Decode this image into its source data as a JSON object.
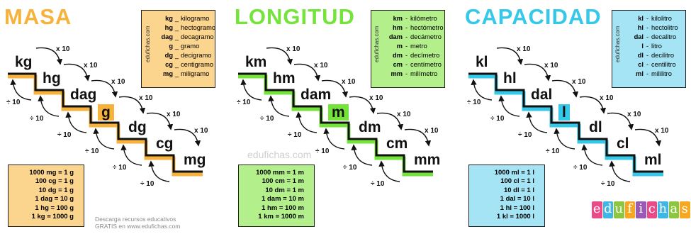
{
  "panels": [
    {
      "title": "MASA",
      "color": "#f6b23b",
      "box_color": "#fbd48e",
      "legend": [
        {
          "abbr": "kg",
          "name": "kilogramo"
        },
        {
          "abbr": "hg",
          "name": "hectogramo"
        },
        {
          "abbr": "dag",
          "name": "decagramo"
        },
        {
          "abbr": "g",
          "name": "gramo"
        },
        {
          "abbr": "dg",
          "name": "decigramo"
        },
        {
          "abbr": "cg",
          "name": "centigramo"
        },
        {
          "abbr": "mg",
          "name": "miligramo"
        }
      ],
      "legend_sep": "_",
      "units": [
        "kg",
        "hg",
        "dag",
        "g",
        "dg",
        "cg",
        "mg"
      ],
      "equivalences": [
        "1000 mg = 1 g",
        "100 cg = 1 g",
        "10 dg = 1 g",
        "1 dag = 10 g",
        "1 hg = 100 g",
        "1 kg = 1000 g"
      ]
    },
    {
      "title": "LONGITUD",
      "color": "#74e33a",
      "box_color": "#b3f08c",
      "legend": [
        {
          "abbr": "km",
          "name": "kilómetro"
        },
        {
          "abbr": "hm",
          "name": "hectómetro"
        },
        {
          "abbr": "dam",
          "name": "decámetro"
        },
        {
          "abbr": "m",
          "name": "metro"
        },
        {
          "abbr": "dm",
          "name": "decímetro"
        },
        {
          "abbr": "cm",
          "name": "centímetro"
        },
        {
          "abbr": "mm",
          "name": "milímetro"
        }
      ],
      "legend_sep": "-",
      "units": [
        "km",
        "hm",
        "dam",
        "m",
        "dm",
        "cm",
        "mm"
      ],
      "equivalences": [
        "1000 mm = 1 m",
        "100 cm = 1 m",
        "10 dm = 1 m",
        "1 dam = 10 m",
        "1 hm = 100 m",
        "1 km = 1000 m"
      ]
    },
    {
      "title": "CAPACIDAD",
      "color": "#35c8e8",
      "box_color": "#a5e4f4",
      "legend": [
        {
          "abbr": "kl",
          "name": "kilolitro"
        },
        {
          "abbr": "hl",
          "name": "hectolitro"
        },
        {
          "abbr": "dal",
          "name": "decalitro"
        },
        {
          "abbr": "l",
          "name": "litro"
        },
        {
          "abbr": "dl",
          "name": "decilitro"
        },
        {
          "abbr": "cl",
          "name": "centilitro"
        },
        {
          "abbr": "ml",
          "name": "mililitro"
        }
      ],
      "legend_sep": "-",
      "units": [
        "kl",
        "hl",
        "dal",
        "l",
        "dl",
        "cl",
        "ml"
      ],
      "equivalences": [
        "1000 ml = 1 l",
        "100 cl = 1 l",
        "10 dl = 1 l",
        "1 dal = 10 l",
        "1 hl = 100 l",
        "1 kl = 1000 l"
      ]
    }
  ],
  "multiply_label": "x 10",
  "divide_label": "÷ 10",
  "site_vertical": "edufichas.com",
  "watermark": "edufichas.com",
  "footer": {
    "line1": "Descarga recursos educativos",
    "line2": "GRATIS en www.edufichas.com"
  },
  "logo": {
    "letters": [
      "e",
      "d",
      "u",
      "f",
      "i",
      "c",
      "h",
      "a",
      "s"
    ],
    "colors": [
      "#e94b8a",
      "#3fb6e4",
      "#8cc63f",
      "#f7a823",
      "#9b59b6",
      "#e94b8a",
      "#3fb6e4",
      "#8cc63f",
      "#f7a823"
    ]
  }
}
